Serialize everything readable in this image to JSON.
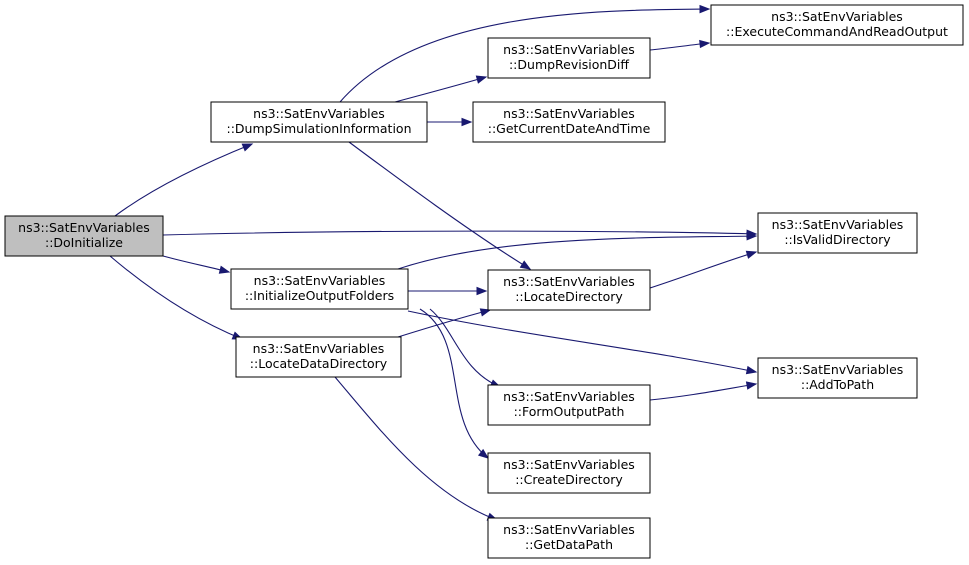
{
  "nodes": [
    {
      "id": "doinit",
      "line1": "ns3::SatEnvVariables",
      "line2": "::DoInitialize",
      "root": true
    },
    {
      "id": "dumpsim",
      "line1": "ns3::SatEnvVariables",
      "line2": "::DumpSimulationInformation"
    },
    {
      "id": "initout",
      "line1": "ns3::SatEnvVariables",
      "line2": "::InitializeOutputFolders"
    },
    {
      "id": "locdata",
      "line1": "ns3::SatEnvVariables",
      "line2": "::LocateDataDirectory"
    },
    {
      "id": "dumprev",
      "line1": "ns3::SatEnvVariables",
      "line2": "::DumpRevisionDiff"
    },
    {
      "id": "getdate",
      "line1": "ns3::SatEnvVariables",
      "line2": "::GetCurrentDateAndTime"
    },
    {
      "id": "locdir",
      "line1": "ns3::SatEnvVariables",
      "line2": "::LocateDirectory"
    },
    {
      "id": "formout",
      "line1": "ns3::SatEnvVariables",
      "line2": "::FormOutputPath"
    },
    {
      "id": "createdir",
      "line1": "ns3::SatEnvVariables",
      "line2": "::CreateDirectory"
    },
    {
      "id": "getdata",
      "line1": "ns3::SatEnvVariables",
      "line2": "::GetDataPath"
    },
    {
      "id": "exec",
      "line1": "ns3::SatEnvVariables",
      "line2": "::ExecuteCommandAndReadOutput"
    },
    {
      "id": "isvalid",
      "line1": "ns3::SatEnvVariables",
      "line2": "::IsValidDirectory"
    },
    {
      "id": "addpath",
      "line1": "ns3::SatEnvVariables",
      "line2": "::AddToPath"
    }
  ],
  "edges": [
    {
      "from": "doinit",
      "to": "dumpsim"
    },
    {
      "from": "doinit",
      "to": "isvalid"
    },
    {
      "from": "doinit",
      "to": "initout"
    },
    {
      "from": "doinit",
      "to": "locdata"
    },
    {
      "from": "dumpsim",
      "to": "exec"
    },
    {
      "from": "dumpsim",
      "to": "dumprev"
    },
    {
      "from": "dumpsim",
      "to": "getdate"
    },
    {
      "from": "dumpsim",
      "to": "locdir"
    },
    {
      "from": "dumprev",
      "to": "exec"
    },
    {
      "from": "initout",
      "to": "isvalid"
    },
    {
      "from": "initout",
      "to": "locdir"
    },
    {
      "from": "initout",
      "to": "addpath"
    },
    {
      "from": "initout",
      "to": "formout"
    },
    {
      "from": "initout",
      "to": "createdir"
    },
    {
      "from": "locdata",
      "to": "locdir"
    },
    {
      "from": "locdata",
      "to": "getdata"
    },
    {
      "from": "locdir",
      "to": "isvalid"
    },
    {
      "from": "formout",
      "to": "addpath"
    }
  ],
  "colors": {
    "edge": "#191970",
    "root_fill": "#bfbfbf",
    "node_fill": "#ffffff",
    "border": "#000000"
  }
}
